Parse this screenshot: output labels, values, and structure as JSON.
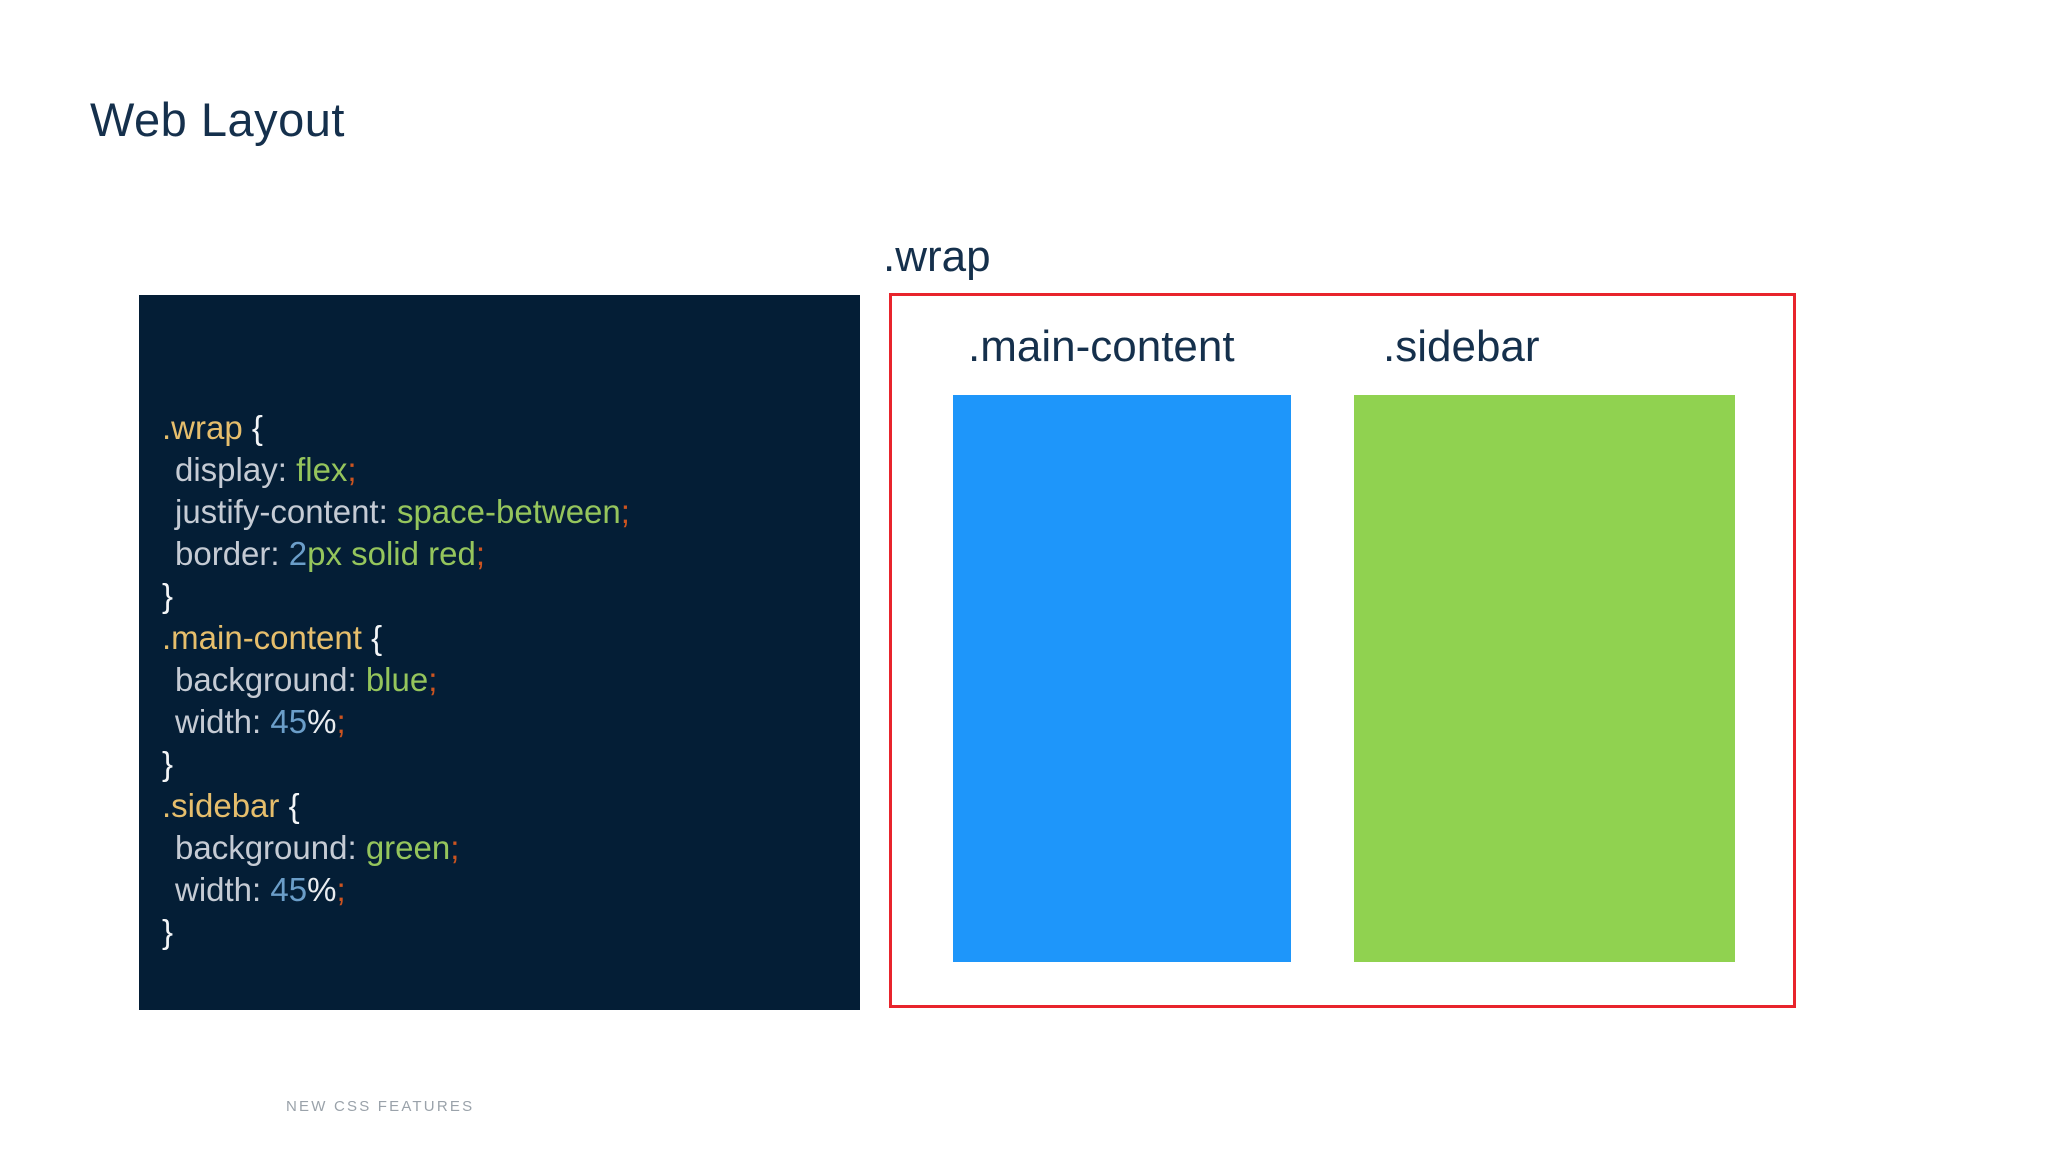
{
  "slide": {
    "title": "Web Layout",
    "footer": "NEW CSS FEATURES"
  },
  "diagram": {
    "wrap_label": ".wrap",
    "main_content_label": ".main-content",
    "sidebar_label": ".sidebar"
  },
  "colors": {
    "code_panel_bg": "#041e36",
    "main_content_box": "#1e96fa",
    "sidebar_box": "#90d250",
    "wrap_border_red": "#e8242c",
    "heading_text": "#15304c",
    "code_selector": "#e6be6c",
    "code_brace": "#f3f5f7",
    "code_property": "#c5cbd4",
    "code_value": "#95c55c",
    "code_number": "#6b9ec9",
    "code_semicolon": "#cc5420",
    "footer_text": "#9aa2aa"
  },
  "code": {
    "lines": [
      {
        "tokens": [
          {
            "text": ".wrap",
            "type": "selector"
          },
          {
            "text": " {",
            "type": "brace"
          }
        ]
      },
      {
        "tokens": [
          {
            "text": "display: ",
            "type": "property"
          },
          {
            "text": "flex",
            "type": "value"
          },
          {
            "text": ";",
            "type": "semicolon"
          }
        ]
      },
      {
        "tokens": [
          {
            "text": "justify-content: ",
            "type": "property"
          },
          {
            "text": "space-between",
            "type": "value"
          },
          {
            "text": ";",
            "type": "semicolon"
          }
        ]
      },
      {
        "tokens": [
          {
            "text": "border: ",
            "type": "property"
          },
          {
            "text": "2",
            "type": "number"
          },
          {
            "text": "px solid red",
            "type": "value"
          },
          {
            "text": ";",
            "type": "semicolon"
          }
        ]
      },
      {
        "tokens": [
          {
            "text": "}",
            "type": "brace"
          }
        ]
      },
      {
        "tokens": [
          {
            "text": ".main-content",
            "type": "selector"
          },
          {
            "text": " {",
            "type": "brace"
          }
        ]
      },
      {
        "tokens": [
          {
            "text": "background: ",
            "type": "property"
          },
          {
            "text": "blue",
            "type": "value"
          },
          {
            "text": ";",
            "type": "semicolon"
          }
        ]
      },
      {
        "tokens": [
          {
            "text": "width: ",
            "type": "property"
          },
          {
            "text": "45",
            "type": "number"
          },
          {
            "text": "%",
            "type": "percent"
          },
          {
            "text": ";",
            "type": "semicolon"
          }
        ]
      },
      {
        "tokens": [
          {
            "text": "}",
            "type": "brace"
          }
        ]
      },
      {
        "tokens": [
          {
            "text": ".sidebar",
            "type": "selector"
          },
          {
            "text": " {",
            "type": "brace"
          }
        ]
      },
      {
        "tokens": [
          {
            "text": "background: ",
            "type": "property"
          },
          {
            "text": "green",
            "type": "value"
          },
          {
            "text": ";",
            "type": "semicolon"
          }
        ]
      },
      {
        "tokens": [
          {
            "text": "width: ",
            "type": "property"
          },
          {
            "text": "45",
            "type": "number"
          },
          {
            "text": "%",
            "type": "percent"
          },
          {
            "text": ";",
            "type": "semicolon"
          }
        ]
      },
      {
        "tokens": [
          {
            "text": "}",
            "type": "brace"
          }
        ]
      }
    ]
  }
}
